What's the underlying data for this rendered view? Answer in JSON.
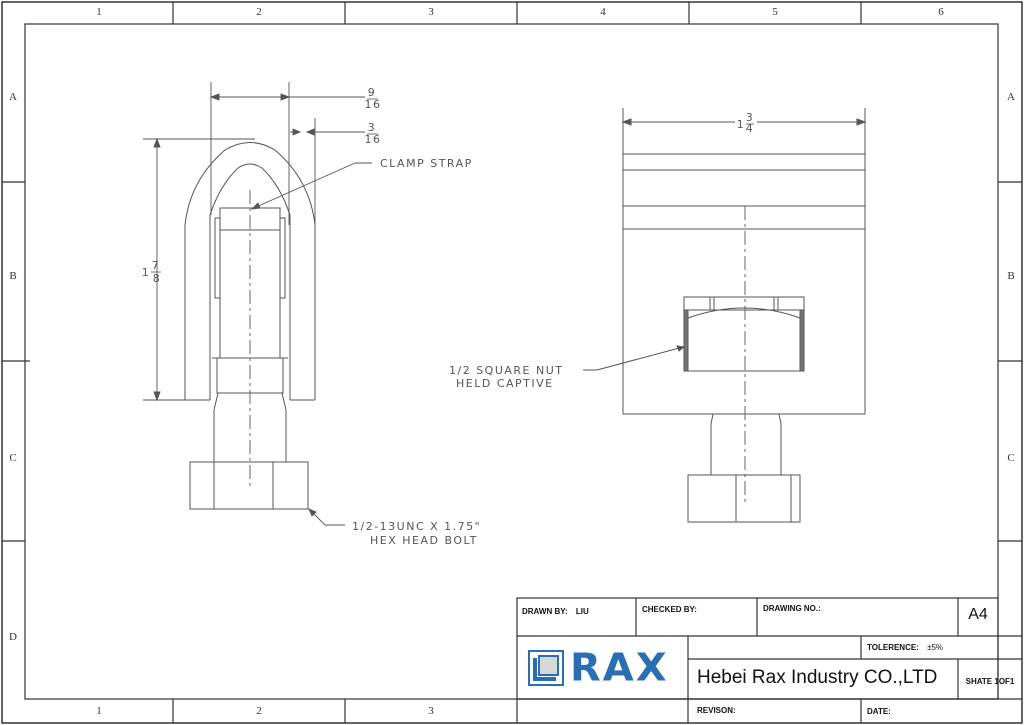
{
  "sheet": {
    "border_columns": [
      "1",
      "2",
      "3",
      "4",
      "5",
      "6"
    ],
    "border_rows": [
      "A",
      "B",
      "C",
      "D"
    ],
    "bottom_columns": [
      "1",
      "2",
      "3"
    ]
  },
  "left_view": {
    "dim_top_width": "9/16",
    "dim_top_width_num": "9",
    "dim_top_width_den": "16",
    "dim_thickness": "3/16",
    "dim_thickness_num": "3",
    "dim_thickness_den": "16",
    "dim_height": "1 7/8",
    "dim_height_whole": "1",
    "dim_height_num": "7",
    "dim_height_den": "8",
    "callout_strap": "CLAMP STRAP",
    "callout_bolt_line1": "1/2-13UNC X 1.75\"",
    "callout_bolt_line2": "HEX HEAD BOLT"
  },
  "right_view": {
    "dim_width": "1 3/4",
    "dim_width_whole": "1",
    "dim_width_num": "3",
    "dim_width_den": "4",
    "callout_nut_line1": "1/2 SQUARE NUT",
    "callout_nut_line2": "HELD CAPTIVE"
  },
  "title_block": {
    "drawn_by_label": "DRAWN BY:",
    "drawn_by_value": "LIU",
    "checked_by_label": "CHECKED BY:",
    "checked_by_value": "",
    "drawing_no_label": "DRAWING NO.:",
    "drawing_no_value": "",
    "paper_size": "A4",
    "tolerance_label": "TOLERENCE:",
    "tolerance_value": "±5%",
    "company_name": "Hebei Rax Industry CO.,LTD",
    "sheet_label": "SHATE 1OF1",
    "revision_label": "REVISON:",
    "date_label": "DATE:",
    "logo_text": "RAX",
    "logo_color": "#2b6fb3"
  }
}
